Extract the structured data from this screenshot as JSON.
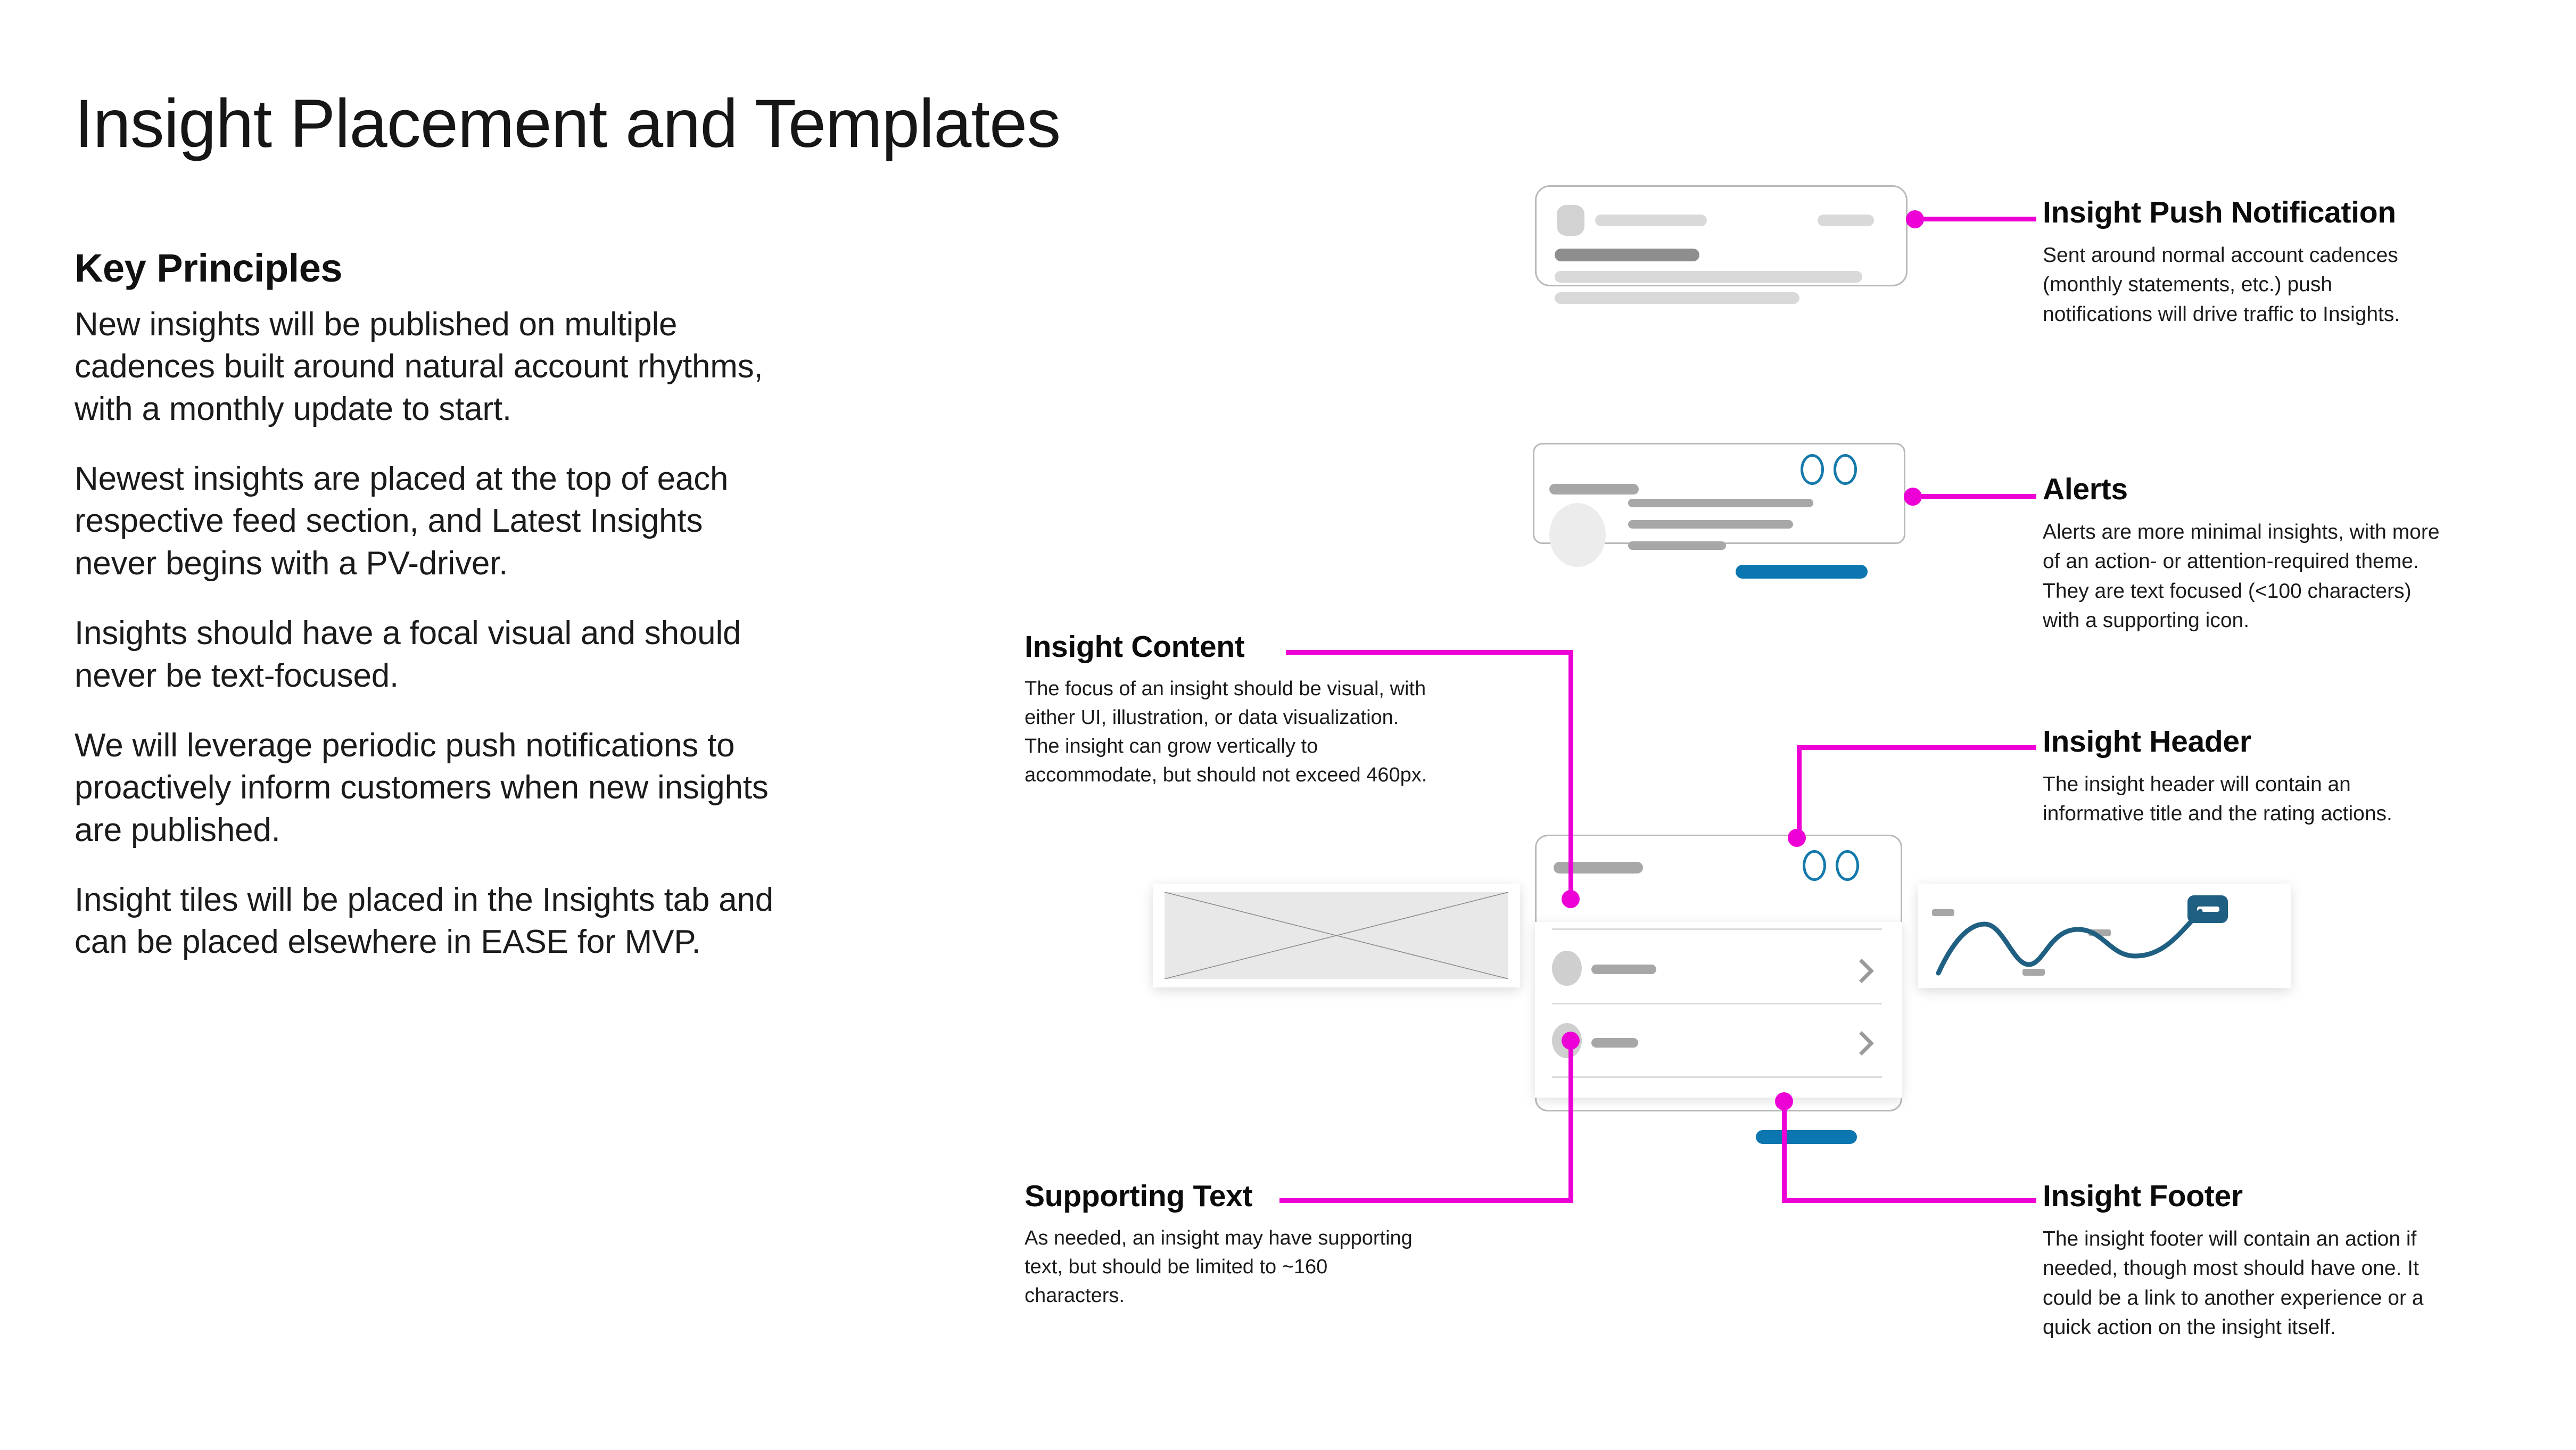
{
  "page": {
    "title": "Insight Placement and Templates",
    "section_heading": "Key Principles",
    "principles": [
      "New insights will be published on multiple cadences built around natural account rhythms, with a monthly update to start.",
      "Newest insights are placed at the top of each respective feed section, and Latest Insights never begins with a PV-driver.",
      "Insights should have a focal visual and should never be text-focused.",
      "We will leverage periodic push notifications to proactively inform customers when new insights are published.",
      "Insight tiles will be placed in the Insights tab and can be placed elsewhere in EASE for MVP."
    ]
  },
  "annotations": [
    {
      "id": "push",
      "title": "Insight Push Notification",
      "body": "Sent around normal account cadences (monthly statements, etc.) push notifications will drive traffic to Insights."
    },
    {
      "id": "alerts",
      "title": "Alerts",
      "body": "Alerts are more minimal insights, with more of an action- or attention-required theme. They are text focused (<100 characters) with a supporting icon."
    },
    {
      "id": "header",
      "title": "Insight Header",
      "body": "The insight header will contain an informative title and the rating actions."
    },
    {
      "id": "footer",
      "title": "Insight Footer",
      "body": "The insight footer will contain an action if needed, though most should have one. It could be a link to another experience or a quick action on the insight itself."
    },
    {
      "id": "content",
      "title": "Insight Content",
      "body": "The focus of an insight should be visual, with either UI, illustration, or data visualization. The insight can grow vertically to accommodate, but should not exceed 460px."
    },
    {
      "id": "support",
      "title": "Supporting Text",
      "body": "As needed, an insight may have supporting text, but should be limited to ~160 characters."
    }
  ],
  "colors": {
    "callout_magenta": "#ED00D6",
    "accent_blue": "#0B76B0",
    "chart_blue": "#1F5F82",
    "placeholder_gray": "#D9D9D9",
    "text_black": "#111111"
  },
  "wireframe": {
    "push_card": "insight-push-notification-card",
    "alerts_card": "alerts-card",
    "main_card": "insight-tile-card",
    "left_panel": "image-placeholder-panel",
    "right_panel": "data-visualization-panel"
  }
}
